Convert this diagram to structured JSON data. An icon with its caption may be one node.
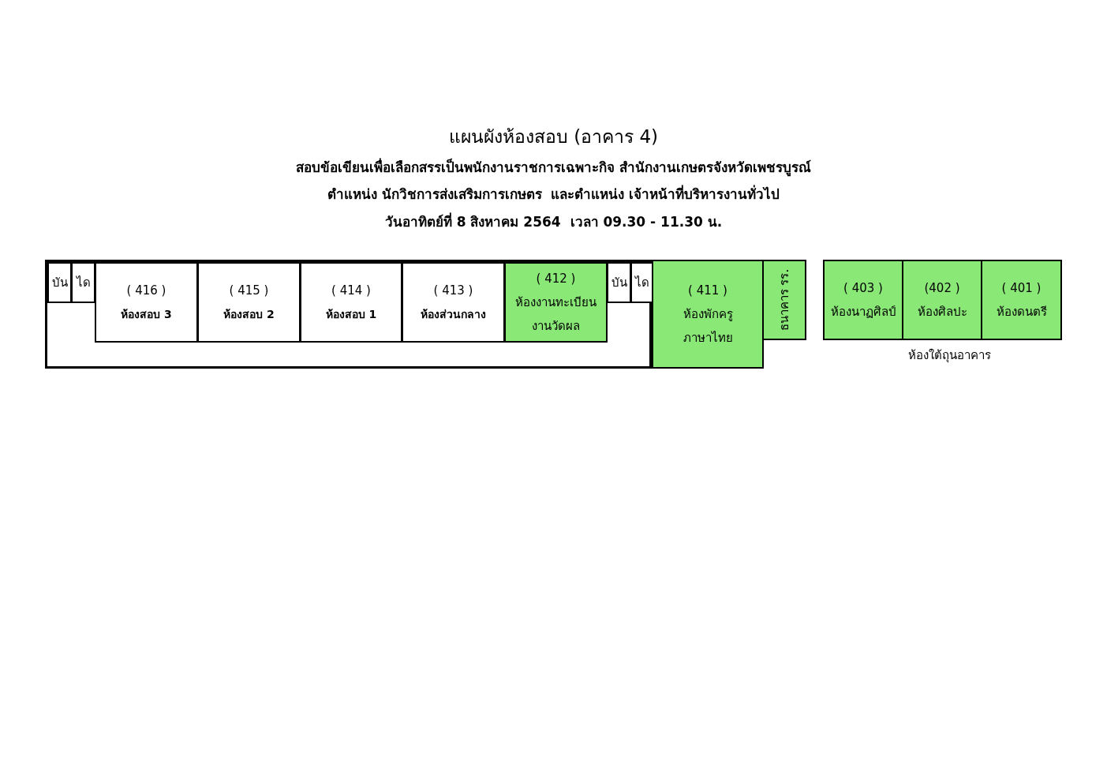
{
  "diagram": {
    "title": "แผนผังห้องสอบ (อาคาร 4)",
    "nodes": [
      {
        "text": [],
        "shape": "box"
      },
      {
        "text": [
          "บัน"
        ],
        "in": 0
      },
      {
        "text": [
          "ได"
        ],
        "in": 0
      },
      {
        "text": [
          "( 416 )",
          "ห้องสอบ 3"
        ],
        "in": 0
      },
      {
        "text": [
          "( 415 )",
          "ห้องสอบ 2"
        ],
        "in": 0
      },
      {
        "text": [
          "( 414 )",
          "ห้องสอบ 1"
        ],
        "in": 0
      },
      {
        "text": [
          "( 413 )",
          "ห้องส่วนกลาง"
        ],
        "in": 0
      },
      {
        "text": [
          "( 412 )",
          "ห้องงานทะเบียนงานวัดผล"
        ],
        "in": 0
      },
      {
        "text": [
          "บัน"
        ],
        "in": 0
      },
      {
        "text": [
          "ได"
        ],
        "in": 0
      },
      {
        "text": [
          "( 411 )",
          "ห้องพักครูภาษาไทย"
        ]
      },
      {
        "text": [
          "ธนาคาร รร."
        ]
      },
      {
        "text": [
          "( 403 )",
          "ห้องนาฏศิลป์"
        ]
      },
      {
        "text": [
          "(402 )",
          "ห้องศิลปะ"
        ]
      },
      {
        "text": [
          "( 401 )",
          "ห้องดนตรี"
        ]
      }
    ],
    "labels": [
      "สอบข้อเขียนเพื่อเลือกสรรเป็นพนักงานราชการเฉพาะกิจ สำนักงานเกษตรจังหวัดเพชรบูรณ์",
      "ตำแหน่ง นักวิชการส่งเสริมการเกษตร  และตำแหน่ง เจ้าหน้าที่บริหารงานทั่วไป",
      "วันอาทิตย์ที่ 8 สิงหาคม 2564  เวลา 09.30 - 11.30 น.",
      "ห้องใต้ถุนอาคาร"
    ]
  }
}
